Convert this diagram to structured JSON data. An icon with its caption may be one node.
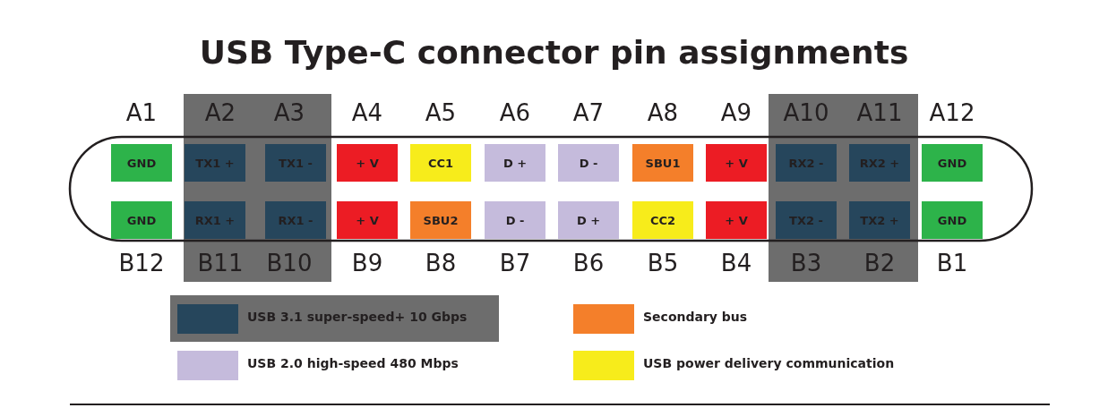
{
  "diagram": {
    "title": "USB Type-C connector pin assignments",
    "nodes": [
      {
        "text": [
          "GND"
        ],
        "beside": [
          "A1"
        ]
      },
      {
        "text": [
          "TX1 +"
        ],
        "beside": [
          "A2"
        ]
      },
      {
        "text": [
          "TX1 -"
        ],
        "beside": [
          "A3"
        ]
      },
      {
        "text": [
          "+ V"
        ],
        "beside": [
          "A4"
        ]
      },
      {
        "text": [
          "CC1"
        ],
        "beside": [
          "A5"
        ]
      },
      {
        "text": [
          "D +"
        ],
        "beside": [
          "A6"
        ]
      },
      {
        "text": [
          "D -"
        ],
        "beside": [
          "A7"
        ]
      },
      {
        "text": [
          "SBU1"
        ],
        "beside": [
          "A8"
        ]
      },
      {
        "text": [
          "+ V"
        ],
        "beside": [
          "A9"
        ]
      },
      {
        "text": [
          "RX2 -"
        ],
        "beside": [
          "A10"
        ]
      },
      {
        "text": [
          "RX2 +"
        ],
        "beside": [
          "A11"
        ]
      },
      {
        "text": [
          "GND"
        ],
        "beside": [
          "A12"
        ]
      },
      {
        "text": [
          "GND"
        ],
        "beside": [
          "B12"
        ]
      },
      {
        "text": [
          "RX1 +"
        ],
        "beside": [
          "B11"
        ]
      },
      {
        "text": [
          "RX1 -"
        ],
        "beside": [
          "B10"
        ]
      },
      {
        "text": [
          "+ V"
        ],
        "beside": [
          "B9"
        ]
      },
      {
        "text": [
          "SBU2"
        ],
        "beside": [
          "B8"
        ]
      },
      {
        "text": [
          "D -"
        ],
        "beside": [
          "B7"
        ]
      },
      {
        "text": [
          "D +"
        ],
        "beside": [
          "B6"
        ]
      },
      {
        "text": [
          "CC2"
        ],
        "beside": [
          "B5"
        ]
      },
      {
        "text": [
          "+ V"
        ],
        "beside": [
          "B4"
        ]
      },
      {
        "text": [
          "TX2 -"
        ],
        "beside": [
          "B3"
        ]
      },
      {
        "text": [
          "TX2 +"
        ],
        "beside": [
          "B2"
        ]
      },
      {
        "text": [
          "GND"
        ],
        "beside": [
          "B1"
        ]
      }
    ],
    "legend": [
      {
        "text": "USB 3.1 super-speed+ 10 Gbps",
        "color": "#26465c"
      },
      {
        "text": "Secondary bus",
        "color": "#f47f2a"
      },
      {
        "text": "USB 2.0 high-speed 480 Mbps",
        "color": "#c5bbdc"
      },
      {
        "text": "USB power delivery communication",
        "color": "#f7ec1b"
      }
    ]
  }
}
